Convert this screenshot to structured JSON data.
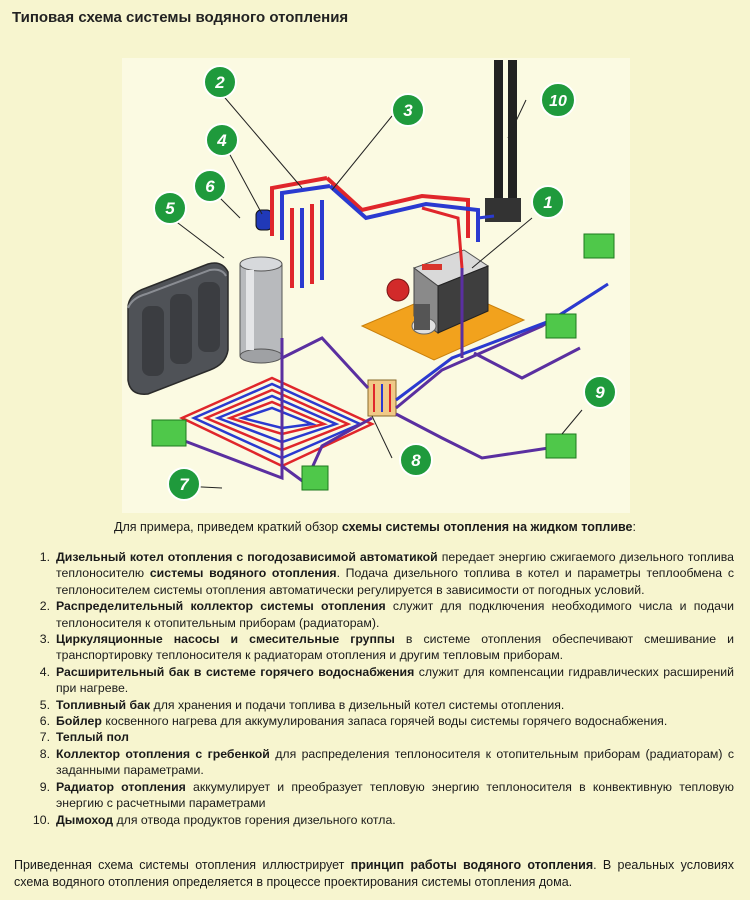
{
  "title": "Типовая схема системы водяного отопления",
  "diagram": {
    "callouts": [
      {
        "n": "1"
      },
      {
        "n": "2"
      },
      {
        "n": "3"
      },
      {
        "n": "4"
      },
      {
        "n": "5"
      },
      {
        "n": "6"
      },
      {
        "n": "7"
      },
      {
        "n": "8"
      },
      {
        "n": "9"
      },
      {
        "n": "10"
      }
    ],
    "colors": {
      "hot_pipe": "#e0262b",
      "cold_pipe": "#2a3ad0",
      "purple_pipe": "#5a2fa0",
      "callout_green": "#1f9a3c",
      "boiler_base": "#f2a21d",
      "radiator": "#4fc84a",
      "tank": "#5a5d62"
    }
  },
  "intro": {
    "pre": "Для примера, приведем краткий обзор ",
    "bold": "схемы системы отопления на жидком топливе",
    "post": ":"
  },
  "legend": [
    {
      "n": "1.",
      "term": "Дизельный котел отопления с погодозависимой автоматикой",
      "rest": " передает энергию сжигаемого дизельного топлива теплоносителю ",
      "term2": "системы водяного отопления",
      "rest2": ". Подача дизельного топлива в котел и параметры теплообмена с теплоносителем системы отопления  автоматически регулируется в зависимости от погодных условий."
    },
    {
      "n": "2.",
      "term": "Распределительный коллектор системы отопления",
      "rest": " служит для подключения необходимого числа и подачи теплоносителя к отопительным приборам (радиаторам).",
      "term2": "",
      "rest2": ""
    },
    {
      "n": "3.",
      "term": "Циркуляционные насосы и смесительные группы",
      "rest": " в системе отопления обеспечивают смешивание и транспортировку теплоносителя к радиаторам отопления и другим тепловым приборам.",
      "term2": "",
      "rest2": ""
    },
    {
      "n": "4.",
      "term": "Расширительный бак в системе горячего водоснабжения",
      "rest": " служит для компенсации гидравлических расширений при нагреве.",
      "term2": "",
      "rest2": ""
    },
    {
      "n": "5.",
      "term": "Топливный бак",
      "rest": " для хранения и подачи топлива в дизельный котел системы отопления.",
      "term2": "",
      "rest2": ""
    },
    {
      "n": "6.",
      "term": "Бойлер",
      "rest": " косвенного нагрева для аккумулирования запаса горячей воды системы горячего водоснабжения.",
      "term2": "",
      "rest2": ""
    },
    {
      "n": "7.",
      "term": "Теплый пол",
      "rest": "",
      "term2": "",
      "rest2": ""
    },
    {
      "n": "8.",
      "term": "Коллектор отопления с гребенкой",
      "rest": " для распределения теплоносителя к отопительным приборам (радиаторам) с заданными параметрами.",
      "term2": "",
      "rest2": ""
    },
    {
      "n": "9.",
      "term": "Радиатор отопления",
      "rest": " аккумулирует и преобразует тепловую энергию теплоносителя в конвективную тепловую энергию с расчетными параметрами",
      "term2": "",
      "rest2": ""
    },
    {
      "n": "10.",
      "term": "Дымоход",
      "rest": " для отвода продуктов горения дизельного котла.",
      "term2": "",
      "rest2": ""
    }
  ],
  "footer": {
    "pre": "Приведенная схема системы отопления иллюстрирует ",
    "bold": "принцип работы водяного отопления",
    "post": ". В реальных условиях схема водяного отопления определяется в процессе проектирования системы отопления дома."
  }
}
